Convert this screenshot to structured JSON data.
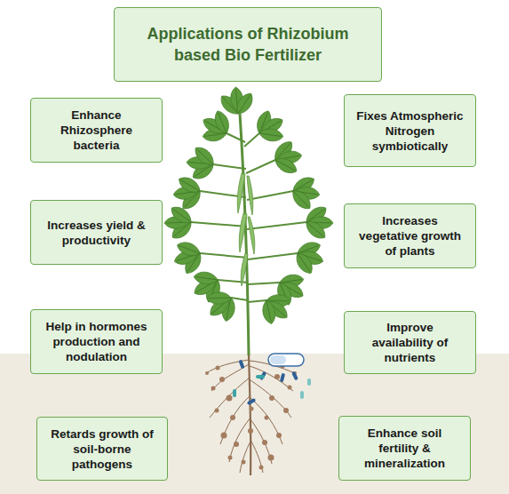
{
  "diagram": {
    "title": "Applications of Rhizobium based Bio Fertilizer",
    "nodes": [
      {
        "text": [
          "Enhance Rhizosphere bacteria"
        ]
      },
      {
        "text": [
          "Fixes Atmospheric Nitrogen symbiotically"
        ]
      },
      {
        "text": [
          "Increases yield & productivity"
        ]
      },
      {
        "text": [
          "Increases vegetative growth of plants"
        ]
      },
      {
        "text": [
          "Help in hormones production and nodulation"
        ]
      },
      {
        "text": [
          "Improve availability of nutrients"
        ]
      },
      {
        "text": [
          "Retards growth of soil-borne pathogens"
        ]
      },
      {
        "text": [
          "Enhance soil fertility & mineralization"
        ]
      }
    ]
  }
}
